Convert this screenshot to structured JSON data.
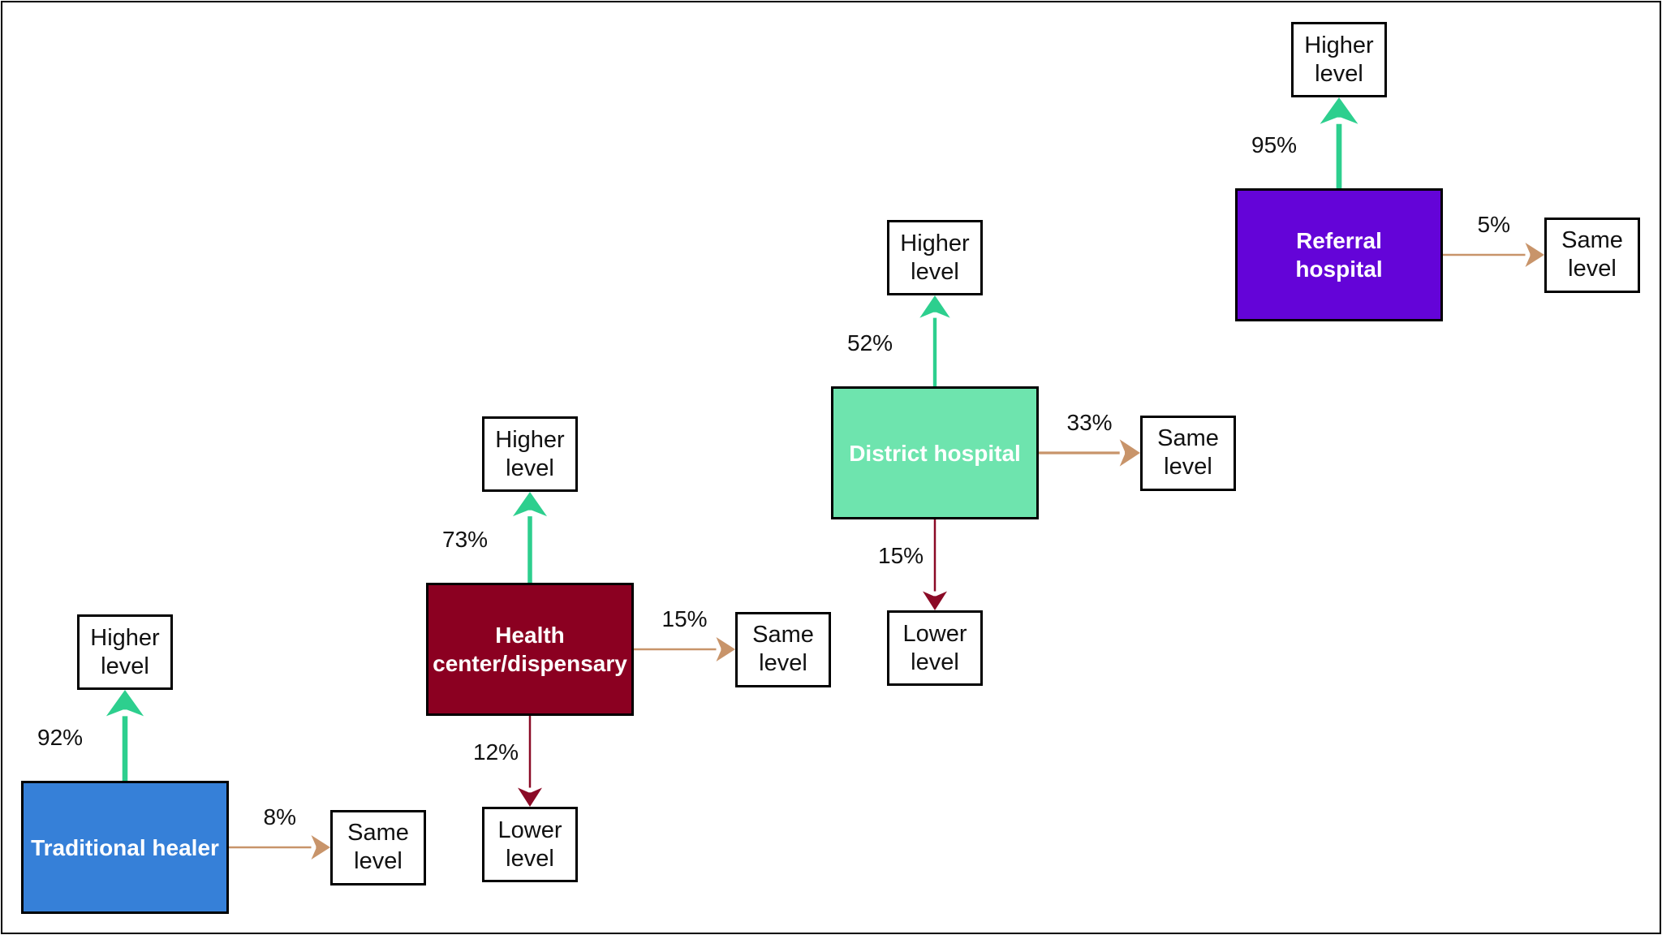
{
  "colors": {
    "higher_arrow": "#2dcf8e",
    "same_arrow": "#c8946a",
    "lower_arrow": "#8b0a26",
    "traditional_healer": "#3680d8",
    "health_center": "#8b0021",
    "district_hospital": "#6ee4ae",
    "referral_hospital": "#6404d8"
  },
  "labels": {
    "higher": "Higher\nlevel",
    "same": "Same\nlevel",
    "lower": "Lower\nlevel"
  },
  "nodes": [
    {
      "id": "traditional-healer",
      "label": "Traditional healer",
      "color_key": "traditional_healer",
      "higher_pct": "92%",
      "same_pct": "8%",
      "lower_pct": null,
      "higher_value": 92,
      "same_value": 8,
      "lower_value": 0
    },
    {
      "id": "health-center",
      "label": "Health\ncenter/dispensary",
      "color_key": "health_center",
      "higher_pct": "73%",
      "same_pct": "15%",
      "lower_pct": "12%",
      "higher_value": 73,
      "same_value": 15,
      "lower_value": 12
    },
    {
      "id": "district-hospital",
      "label": "District hospital",
      "color_key": "district_hospital",
      "higher_pct": "52%",
      "same_pct": "33%",
      "lower_pct": "15%",
      "higher_value": 52,
      "same_value": 33,
      "lower_value": 15
    },
    {
      "id": "referral-hospital",
      "label": "Referral\nhospital",
      "color_key": "referral_hospital",
      "higher_pct": "95%",
      "same_pct": "5%",
      "lower_pct": null,
      "higher_value": 95,
      "same_value": 5,
      "lower_value": 0
    }
  ]
}
